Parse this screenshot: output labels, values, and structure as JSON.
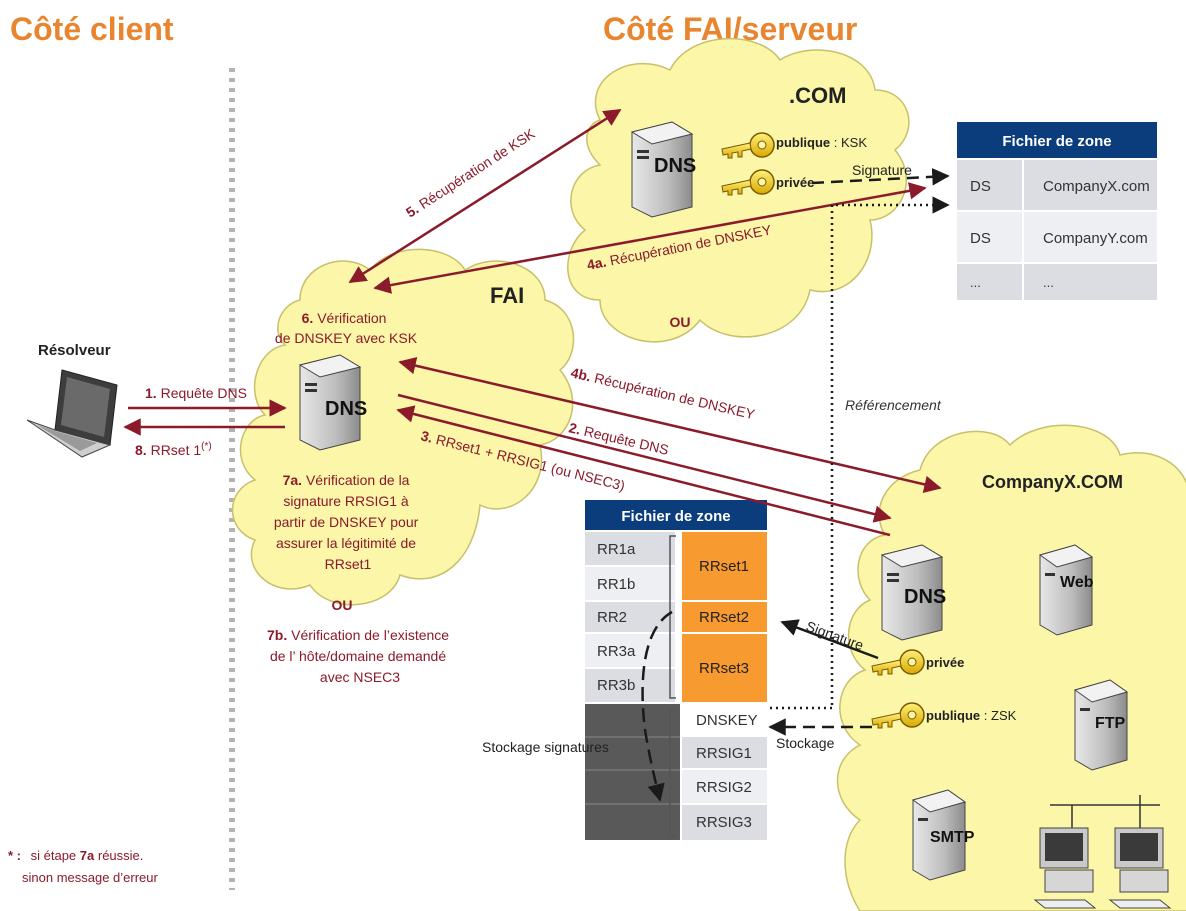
{
  "headers": {
    "client": "Côté client",
    "server": "Côté FAI/serveur"
  },
  "colors": {
    "accent_orange": "#e8852e",
    "arrow_red": "#8b1a2b",
    "cloud": "#fbf6a8",
    "table_header": "#0b3d7d",
    "rrset_orange": "#f79a2f",
    "dark_cell": "#595959"
  },
  "resolver": {
    "label": "Résolveur",
    "icon": "laptop-icon"
  },
  "clouds": {
    "com": ".COM",
    "fai": "FAI",
    "companyx": "CompanyX.COM"
  },
  "keys": {
    "com_public_label": "publique",
    "com_public_sep": " : ",
    "com_public_type": "KSK",
    "com_private": "privée",
    "cx_private": "privée",
    "cx_public_label": "publique",
    "cx_public_sep": " : ",
    "cx_public_type": "ZSK"
  },
  "servers": {
    "dns": "DNS",
    "web": "Web",
    "ftp": "FTP",
    "smtp": "SMTP"
  },
  "steps": {
    "s1_num": "1.",
    "s1_text": " Requête DNS",
    "s2_num": "2.",
    "s2_text": " Requête DNS",
    "s3_num": "3.",
    "s3_text": " RRset1 + RRSIG1 (ou NSEC3)",
    "s4a_num": "4a.",
    "s4a_text": " Récupération de DNSKEY",
    "s4b_num": "4b.",
    "s4b_text": " Récupération de DNSKEY",
    "s5_num": "5.",
    "s5_text": " Récupération de KSK",
    "s6_num": "6.",
    "s6_line1": " Vérification",
    "s6_line2": "de DNSKEY avec KSK",
    "s7a_num": "7a.",
    "s7a_line1": " Vérification de la",
    "s7a_line2": "signature RRSIG1 à",
    "s7a_line3": "partir de DNSKEY pour",
    "s7a_line4": "assurer la légitimité de",
    "s7a_line5": "RRset1",
    "ou_fai": "OU",
    "ou_com": "OU",
    "s7b_num": "7b.",
    "s7b_line1": " Vérification de l’existence",
    "s7b_line2": "de l’ hôte/domaine demandé",
    "s7b_line3": "avec NSEC3",
    "s8_num": "8.",
    "s8_text": " RRset 1",
    "s8_sup": "(*)"
  },
  "labels": {
    "signature_com": "Signature",
    "signature_cx": "Signature",
    "referencement": "Référencement",
    "stockage": "Stockage",
    "stockage_signatures": "Stockage signatures"
  },
  "zone_com": {
    "title": "Fichier de zone",
    "rows": [
      [
        "DS",
        "CompanyX.com"
      ],
      [
        "DS",
        "CompanyY.com"
      ],
      [
        "...",
        "..."
      ]
    ]
  },
  "zone_cx": {
    "title": "Fichier de zone",
    "left": [
      "RR1a",
      "RR1b",
      "RR2",
      "RR3a",
      "RR3b"
    ],
    "rrsets": [
      "RRset1",
      "RRset2",
      "RRset3"
    ],
    "right": [
      "DNSKEY",
      "RRSIG1",
      "RRSIG2",
      "RRSIG3"
    ]
  },
  "footnote": {
    "star": "* :",
    "line1_pre": "si étape ",
    "line1_bold": "7a",
    "line1_post": " réussie.",
    "line2": "sinon message d’erreur"
  }
}
